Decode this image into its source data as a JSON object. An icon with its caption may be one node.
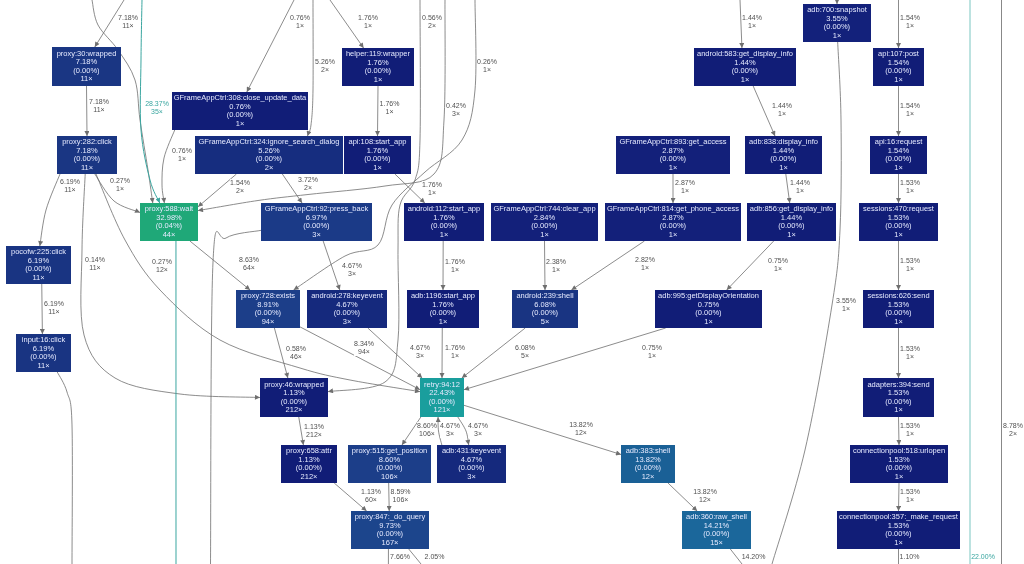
{
  "diagram": {
    "nodes": [
      {
        "text": [
          "adb:700:snapshot",
          "3.55%",
          "(0.00%)",
          "1×"
        ]
      },
      {
        "text": [
          "proxy:30:wrapped",
          "7.18%",
          "(0.00%)",
          "11×"
        ]
      },
      {
        "text": [
          "helper:119:wrapper",
          "1.76%",
          "(0.00%)",
          "1×"
        ]
      },
      {
        "text": [
          "android:583:get_display_info",
          "1.44%",
          "(0.00%)",
          "1×"
        ]
      },
      {
        "text": [
          "api:107:post",
          "1.54%",
          "(0.00%)",
          "1×"
        ]
      },
      {
        "text": [
          "GFrameAppCtrl:308:close_update_data",
          "0.76%",
          "(0.00%)",
          "1×"
        ]
      },
      {
        "text": [
          "proxy:282:click",
          "7.18%",
          "(0.00%)",
          "11×"
        ]
      },
      {
        "text": [
          "GFrameAppCtrl:324:ignore_search_dialog",
          "5.26%",
          "(0.00%)",
          "2×"
        ]
      },
      {
        "text": [
          "api:108:start_app",
          "1.76%",
          "(0.00%)",
          "1×"
        ]
      },
      {
        "text": [
          "GFrameAppCtrl:893:get_access",
          "2.87%",
          "(0.00%)",
          "1×"
        ]
      },
      {
        "text": [
          "adb:838:display_info",
          "1.44%",
          "(0.00%)",
          "1×"
        ]
      },
      {
        "text": [
          "api:16:request",
          "1.54%",
          "(0.00%)",
          "1×"
        ]
      },
      {
        "text": [
          "proxy:588:wait",
          "32.98%",
          "(0.04%)",
          "44×"
        ]
      },
      {
        "text": [
          "GFrameAppCtrl:92:press_back",
          "6.97%",
          "(0.00%)",
          "3×"
        ]
      },
      {
        "text": [
          "android:112:start_app",
          "1.76%",
          "(0.00%)",
          "1×"
        ]
      },
      {
        "text": [
          "GFrameAppCtrl:744:clear_app",
          "2.84%",
          "(0.00%)",
          "1×"
        ]
      },
      {
        "text": [
          "GFrameAppCtrl:814:get_phone_access",
          "2.87%",
          "(0.00%)",
          "1×"
        ]
      },
      {
        "text": [
          "adb:856:get_display_info",
          "1.44%",
          "(0.00%)",
          "1×"
        ]
      },
      {
        "text": [
          "sessions:470:request",
          "1.53%",
          "(0.00%)",
          "1×"
        ]
      },
      {
        "text": [
          "pocofw:225:click",
          "6.19%",
          "(0.00%)",
          "11×"
        ]
      },
      {
        "text": [
          "proxy:728:exists",
          "8.91%",
          "(0.00%)",
          "94×"
        ]
      },
      {
        "text": [
          "android:278:keyevent",
          "4.67%",
          "(0.00%)",
          "3×"
        ]
      },
      {
        "text": [
          "adb:1196:start_app",
          "1.76%",
          "(0.00%)",
          "1×"
        ]
      },
      {
        "text": [
          "android:239:shell",
          "6.08%",
          "(0.00%)",
          "5×"
        ]
      },
      {
        "text": [
          "adb:995:getDisplayOrientation",
          "0.75%",
          "(0.00%)",
          "1×"
        ]
      },
      {
        "text": [
          "sessions:626:send",
          "1.53%",
          "(0.00%)",
          "1×"
        ]
      },
      {
        "text": [
          "input:16:click",
          "6.19%",
          "(0.00%)",
          "11×"
        ]
      },
      {
        "text": [
          "proxy:46:wrapped",
          "1.13%",
          "(0.00%)",
          "212×"
        ]
      },
      {
        "text": [
          "retry:94:12",
          "22.43%",
          "(0.00%)",
          "121×"
        ]
      },
      {
        "text": [
          "adapters:394:send",
          "1.53%",
          "(0.00%)",
          "1×"
        ]
      },
      {
        "text": [
          "proxy:658:attr",
          "1.13%",
          "(0.00%)",
          "212×"
        ]
      },
      {
        "text": [
          "proxy:515:get_position",
          "8.60%",
          "(0.00%)",
          "106×"
        ]
      },
      {
        "text": [
          "adb:431:keyevent",
          "4.67%",
          "(0.00%)",
          "3×"
        ]
      },
      {
        "text": [
          "adb:383:shell",
          "13.82%",
          "(0.00%)",
          "12×"
        ]
      },
      {
        "text": [
          "connectionpool:518:urlopen",
          "1.53%",
          "(0.00%)",
          "1×"
        ]
      },
      {
        "text": [
          "proxy:847:_do_query",
          "9.73%",
          "(0.00%)",
          "167×"
        ]
      },
      {
        "text": [
          "adb:360:raw_shell",
          "14.21%",
          "(0.00%)",
          "15×"
        ]
      },
      {
        "text": [
          "connectionpool:357:_make_request",
          "1.53%",
          "(0.00%)",
          "1×"
        ]
      }
    ],
    "edges": [
      {
        "from": null,
        "to": 1,
        "label": "7.18% 11×",
        "arrow": "to"
      },
      {
        "from": null,
        "to": 12,
        "arrow": "to"
      },
      {
        "from": null,
        "to": 12,
        "label": "28.37% 35×",
        "arrow": "to",
        "color": "#3aa6a0"
      },
      {
        "from": null,
        "to": 5,
        "label": "0.76% 1×",
        "arrow": "to"
      },
      {
        "from": null,
        "to": 7,
        "label": "5.26% 2×",
        "arrow": "to"
      },
      {
        "from": null,
        "to": 2,
        "label": "1.76% 1×",
        "arrow": "to"
      },
      {
        "from": null,
        "to": 27,
        "label": "0.56% 2×",
        "arrow": "to"
      },
      {
        "from": null,
        "to": 12,
        "label": "0.42% 3×",
        "arrow": "to"
      },
      {
        "from": null,
        "to": 20,
        "label": "0.26% 1×",
        "arrow": "to"
      },
      {
        "from": null,
        "to": 3,
        "label": "1.44% 1×",
        "arrow": "to"
      },
      {
        "from": null,
        "to": 0,
        "arrow": "to"
      },
      {
        "from": null,
        "to": 4,
        "label": "1.54% 1×",
        "arrow": "to"
      },
      {
        "from": 1,
        "to": 6,
        "label": "7.18% 11×",
        "arrow": "to"
      },
      {
        "from": 2,
        "to": 8,
        "label": "1.76% 1×",
        "arrow": "to"
      },
      {
        "from": 3,
        "to": 10,
        "label": "1.44% 1×",
        "arrow": "to"
      },
      {
        "from": 4,
        "to": 11,
        "label": "1.54% 1×",
        "arrow": "to"
      },
      {
        "from": 5,
        "to": 12,
        "label": "0.76% 1×",
        "arrow": "to"
      },
      {
        "from": 6,
        "to": 19,
        "label": "6.19% 11×",
        "arrow": "to"
      },
      {
        "from": 6,
        "to": 12,
        "label": "0.27% 1×",
        "arrow": "to"
      },
      {
        "from": 6,
        "to": 27,
        "label": "0.14% 11×",
        "arrow": "to"
      },
      {
        "from": 6,
        "to": 28,
        "label": "0.27% 12×",
        "arrow": "to"
      },
      {
        "from": 7,
        "to": 12,
        "label": "1.54% 2×",
        "arrow": "to"
      },
      {
        "from": 7,
        "to": 13,
        "label": "3.72% 2×",
        "arrow": "to"
      },
      {
        "from": 8,
        "to": 14,
        "label": "1.76% 1×",
        "arrow": "to"
      },
      {
        "from": 9,
        "to": 16,
        "label": "2.87% 1×",
        "arrow": "to"
      },
      {
        "from": 10,
        "to": 17,
        "label": "1.44% 1×",
        "arrow": "to"
      },
      {
        "from": 11,
        "to": 18,
        "label": "1.53% 1×",
        "arrow": "to"
      },
      {
        "from": 12,
        "to": 20,
        "label": "8.63% 64×",
        "arrow": "to"
      },
      {
        "from": 12,
        "to": null,
        "arrow": "none",
        "color": "#3aa6a0"
      },
      {
        "from": 13,
        "to": 21,
        "label": "4.67% 3×",
        "arrow": "to"
      },
      {
        "from": 13,
        "to": null,
        "arrow": "none"
      },
      {
        "from": 14,
        "to": 22,
        "label": "1.76% 1×",
        "arrow": "to"
      },
      {
        "from": 15,
        "to": 23,
        "label": "2.38% 1×",
        "arrow": "to"
      },
      {
        "from": 16,
        "to": 23,
        "label": "2.82% 1×",
        "arrow": "to"
      },
      {
        "from": 17,
        "to": 24,
        "label": "0.75% 1×",
        "arrow": "to"
      },
      {
        "from": 18,
        "to": 25,
        "label": "1.53% 1×",
        "arrow": "to"
      },
      {
        "from": 19,
        "to": 26,
        "label": "6.19% 11×",
        "arrow": "to"
      },
      {
        "from": 20,
        "to": 27,
        "label": "0.58% 46×",
        "arrow": "to"
      },
      {
        "from": 20,
        "to": 28,
        "label": "8.34% 94×",
        "arrow": "to"
      },
      {
        "from": 21,
        "to": 28,
        "label": "4.67% 3×",
        "arrow": "to"
      },
      {
        "from": 22,
        "to": 28,
        "label": "1.76% 1×",
        "arrow": "to"
      },
      {
        "from": 23,
        "to": 28,
        "label": "6.08% 5×",
        "arrow": "to"
      },
      {
        "from": 24,
        "to": 28,
        "label": "0.75% 1×",
        "arrow": "to"
      },
      {
        "from": 25,
        "to": 29,
        "label": "1.53% 1×",
        "arrow": "to"
      },
      {
        "from": 26,
        "to": null,
        "arrow": "none"
      },
      {
        "from": 27,
        "to": 30,
        "label": "1.13% 212×",
        "arrow": "to"
      },
      {
        "from": 28,
        "to": 31,
        "label": "8.60% 106×",
        "arrow": "to"
      },
      {
        "from": 32,
        "to": 28,
        "label": "4.67% 3×",
        "arrow": "to"
      },
      {
        "from": 28,
        "to": 32,
        "label": "4.67% 3×",
        "arrow": "to"
      },
      {
        "from": 28,
        "to": 33,
        "label": "13.82% 12×",
        "arrow": "to"
      },
      {
        "from": 29,
        "to": 34,
        "label": "1.53% 1×",
        "arrow": "to"
      },
      {
        "from": 30,
        "to": 35,
        "label": "1.13% 60×",
        "arrow": "to"
      },
      {
        "from": 31,
        "to": 35,
        "label": "8.59% 106×",
        "arrow": "to"
      },
      {
        "from": 33,
        "to": 36,
        "label": "13.82% 12×",
        "arrow": "to"
      },
      {
        "from": 34,
        "to": 37,
        "label": "1.53% 1×",
        "arrow": "to"
      },
      {
        "from": 35,
        "to": null,
        "label": "7.66%",
        "arrow": "none"
      },
      {
        "from": 35,
        "to": null,
        "label": "2.05%",
        "arrow": "none"
      },
      {
        "from": 36,
        "to": null,
        "label": "14.20%",
        "arrow": "none"
      },
      {
        "from": 37,
        "to": null,
        "label": "1.10%",
        "arrow": "none"
      },
      {
        "from": 0,
        "to": null,
        "label": "3.55% 1×",
        "arrow": "none"
      }
    ],
    "labels": [
      "8.78% 2×",
      "22.00%"
    ]
  }
}
